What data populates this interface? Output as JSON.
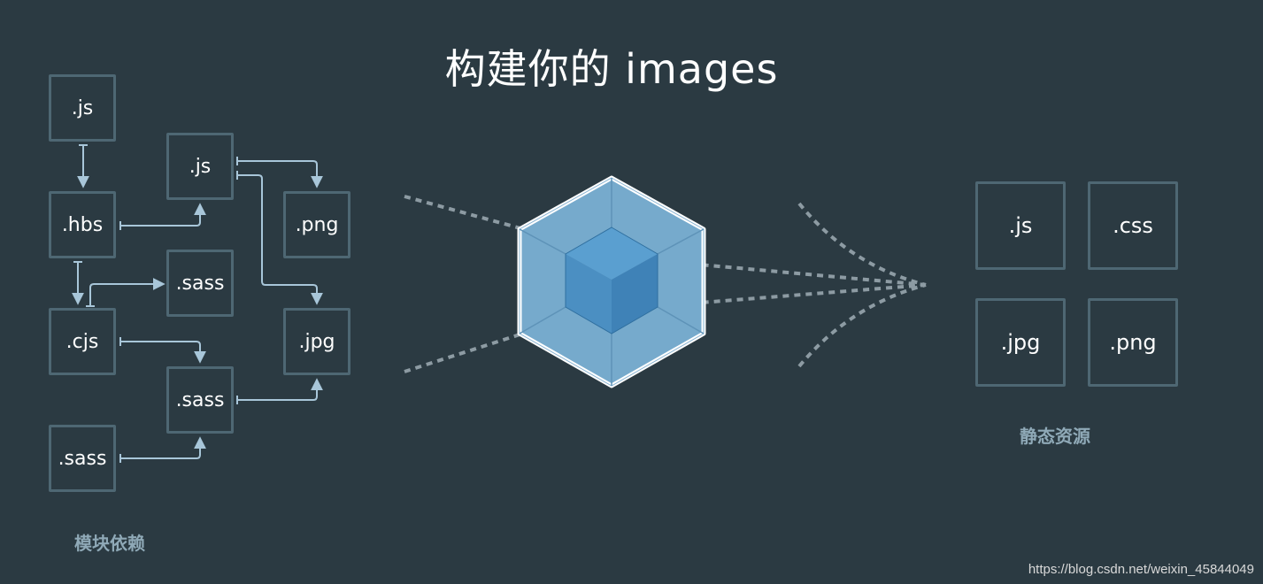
{
  "title": "构建你的 images",
  "left_group": {
    "caption": "模块依赖",
    "modules": [
      ".js",
      ".hbs",
      ".cjs",
      ".sass",
      ".js",
      ".sass",
      ".sass",
      ".png",
      ".jpg"
    ]
  },
  "right_group": {
    "caption": "静态资源",
    "assets": [
      ".js",
      ".css",
      ".jpg",
      ".png"
    ]
  },
  "watermark": "https://blog.csdn.net/weixin_45844049",
  "colors": {
    "background": "#2b3a42",
    "box_border": "#4e6773",
    "arrow": "#a8c6d9",
    "cube_outer": "#8ab4d2",
    "cube_inner": "#1e73b5",
    "caption": "#8fa9b7"
  }
}
